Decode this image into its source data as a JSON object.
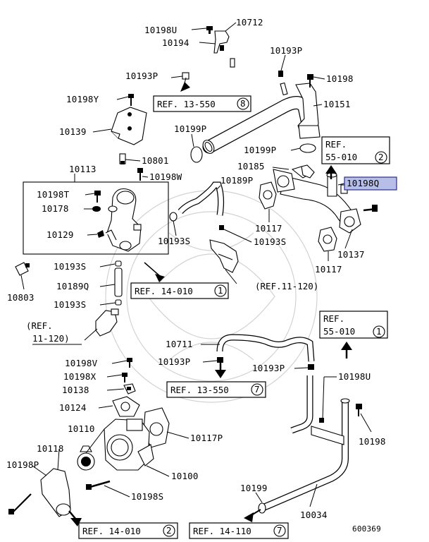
{
  "diagram_code": "600369",
  "highlighted_part": "10198Q",
  "parts": [
    {
      "id": "p10198U_top",
      "label": "10198U"
    },
    {
      "id": "p10712",
      "label": "10712"
    },
    {
      "id": "p10194",
      "label": "10194"
    },
    {
      "id": "p10193P_a",
      "label": "10193P"
    },
    {
      "id": "p10193P_b",
      "label": "10193P"
    },
    {
      "id": "p10198_top",
      "label": "10198"
    },
    {
      "id": "p10198Y",
      "label": "10198Y"
    },
    {
      "id": "p10151",
      "label": "10151"
    },
    {
      "id": "p10139",
      "label": "10139"
    },
    {
      "id": "p10199P_a",
      "label": "10199P"
    },
    {
      "id": "p10199P_b",
      "label": "10199P"
    },
    {
      "id": "p10801",
      "label": "10801"
    },
    {
      "id": "p10113",
      "label": "10113"
    },
    {
      "id": "p10198W",
      "label": "10198W"
    },
    {
      "id": "p10185",
      "label": "10185"
    },
    {
      "id": "p10198Q",
      "label": "10198Q"
    },
    {
      "id": "p10189P",
      "label": "10189P"
    },
    {
      "id": "p10198T",
      "label": "10198T"
    },
    {
      "id": "p10178",
      "label": "10178"
    },
    {
      "id": "p10117_a",
      "label": "10117"
    },
    {
      "id": "p10129",
      "label": "10129"
    },
    {
      "id": "p10193S_a",
      "label": "10193S"
    },
    {
      "id": "p10193S_b",
      "label": "10193S"
    },
    {
      "id": "p10137",
      "label": "10137"
    },
    {
      "id": "p10117_b",
      "label": "10117"
    },
    {
      "id": "p10193S_c",
      "label": "10193S"
    },
    {
      "id": "p10803",
      "label": "10803"
    },
    {
      "id": "p10189Q",
      "label": "10189Q"
    },
    {
      "id": "p10193S_d",
      "label": "10193S"
    },
    {
      "id": "p10711",
      "label": "10711"
    },
    {
      "id": "p10198V",
      "label": "10198V"
    },
    {
      "id": "p10193P_c",
      "label": "10193P"
    },
    {
      "id": "p10193P_d",
      "label": "10193P"
    },
    {
      "id": "p10198X",
      "label": "10198X"
    },
    {
      "id": "p10198U_b",
      "label": "10198U"
    },
    {
      "id": "p10138",
      "label": "10138"
    },
    {
      "id": "p10124",
      "label": "10124"
    },
    {
      "id": "p10110",
      "label": "10110"
    },
    {
      "id": "p10117P",
      "label": "10117P"
    },
    {
      "id": "p10198_b",
      "label": "10198"
    },
    {
      "id": "p10118",
      "label": "10118"
    },
    {
      "id": "p10198P",
      "label": "10198P"
    },
    {
      "id": "p10100",
      "label": "10100"
    },
    {
      "id": "p10198S",
      "label": "10198S"
    },
    {
      "id": "p10199",
      "label": "10199"
    },
    {
      "id": "p10034",
      "label": "10034"
    }
  ],
  "refs": [
    {
      "id": "r13550_8",
      "text": "REF. 13-550",
      "num": "8"
    },
    {
      "id": "r55010_2",
      "line1": "REF.",
      "line2": "55-010",
      "num": "2"
    },
    {
      "id": "r14010_1",
      "text": "REF. 14-010",
      "num": "1"
    },
    {
      "id": "r11120_a",
      "text": "(REF.11-120)"
    },
    {
      "id": "r11120_b",
      "line1": "(REF.",
      "line2": "11-120)"
    },
    {
      "id": "r55010_1",
      "line1": "REF.",
      "line2": "55-010",
      "num": "1"
    },
    {
      "id": "r13550_7",
      "text": "REF. 13-550",
      "num": "7"
    },
    {
      "id": "r14010_2",
      "text": "REF. 14-010",
      "num": "2"
    },
    {
      "id": "r14110_7",
      "text": "REF. 14-110",
      "num": "7"
    }
  ]
}
